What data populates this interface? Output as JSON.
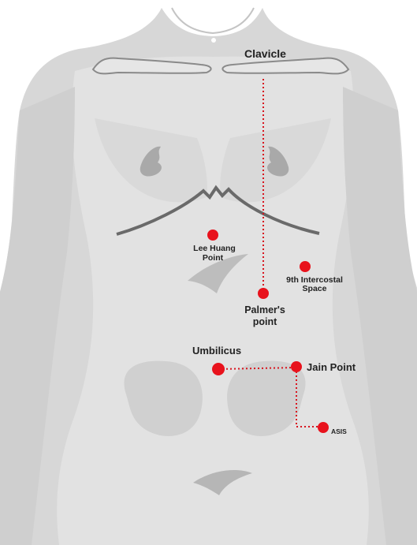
{
  "labels": {
    "clavicle": "Clavicle",
    "lee_huang_line1": "Lee Huang",
    "lee_huang_line2": "Point",
    "intercostal_line1": "9th Intercostal",
    "intercostal_line2": "Space",
    "palmers_line1": "Palmer's",
    "palmers_line2": "point",
    "umbilicus": "Umbilicus",
    "jain_point": "Jain Point",
    "asis": "ASIS"
  },
  "colors": {
    "point": "#e8121c",
    "guide_line": "#d8141e",
    "body": "#d6d6d6",
    "body_light": "#e4e4e4",
    "shadow": "#b9b9b9",
    "label": "#222222"
  }
}
